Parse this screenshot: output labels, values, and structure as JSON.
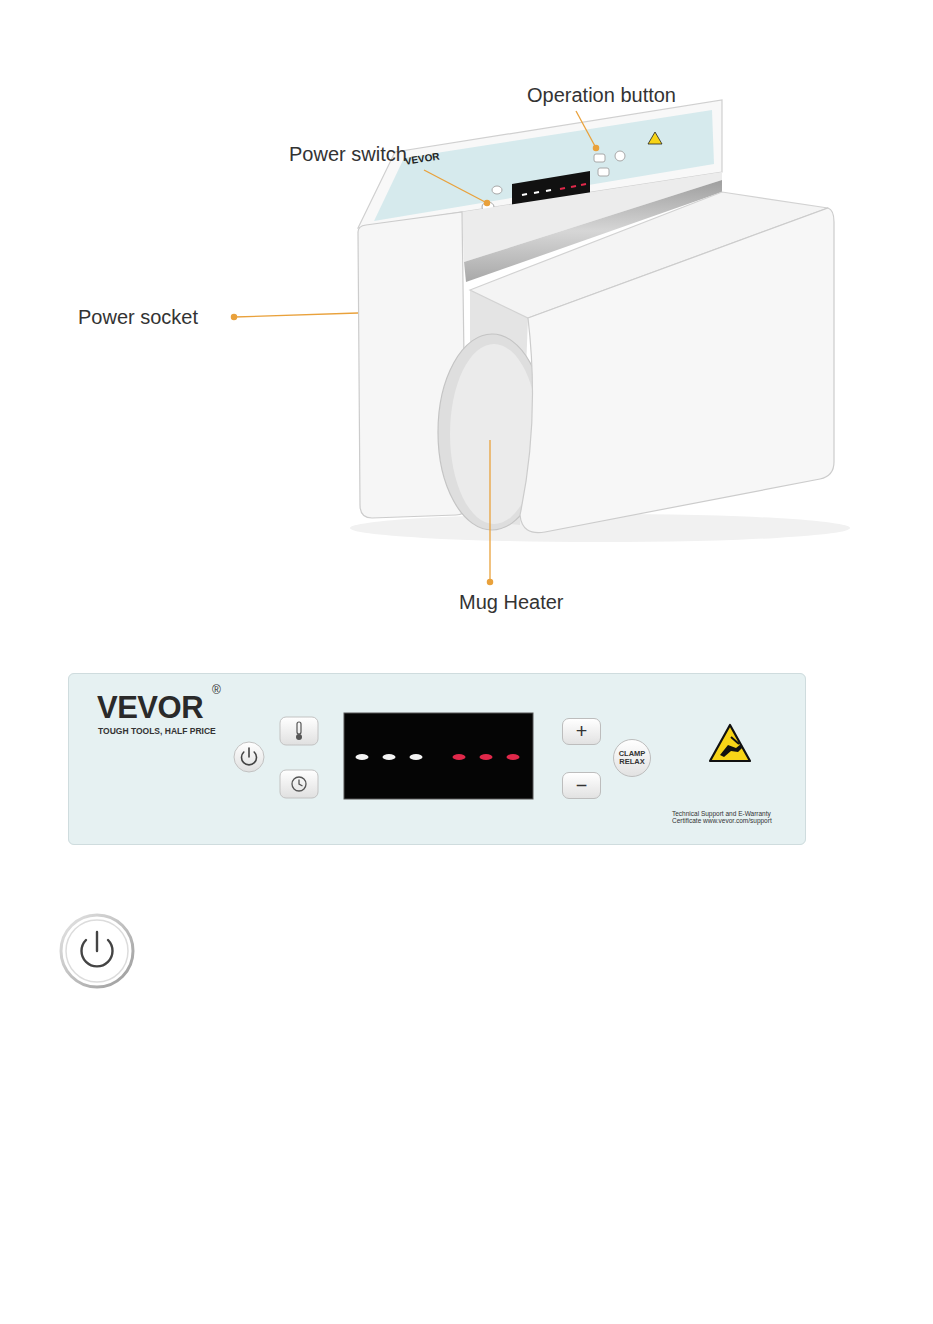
{
  "diagram": {
    "nodes": [
      {
        "text": [
          "VEVOR",
          "TOUGH TOOLS, HALF PRICE",
          "Technical Support and E-Warranty Certificate www.vevor.com/support"
        ]
      },
      {
        "text": [
          "+"
        ],
        "in": 0
      },
      {
        "text": [
          "−"
        ],
        "in": 0
      },
      {
        "text": [
          "CLAMP RELAX"
        ],
        "in": 0
      }
    ],
    "labels": [
      "Operation button",
      "Power switch",
      "Power socket",
      "Mug Heater",
      "VEVOR",
      "®"
    ]
  }
}
